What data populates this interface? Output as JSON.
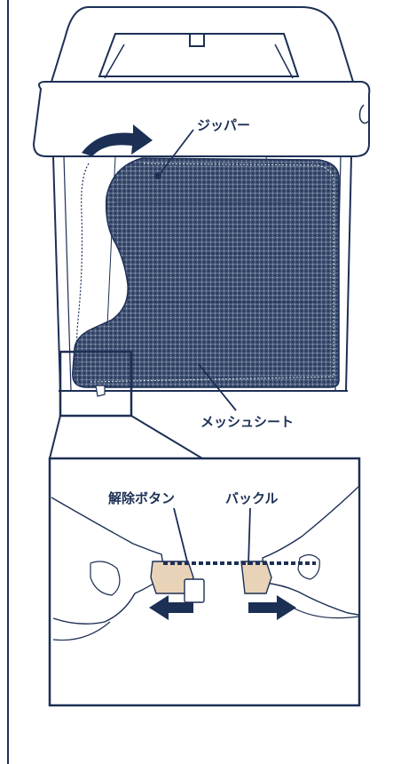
{
  "labels": {
    "zipper": "ジッパー",
    "mesh_sheet": "メッシュシート",
    "release_button": "解除ボタン",
    "buckle": "バックル"
  },
  "colors": {
    "navy": "#1c2f55",
    "mesh": "#5b6a86",
    "skin": "#e8d3b8"
  }
}
